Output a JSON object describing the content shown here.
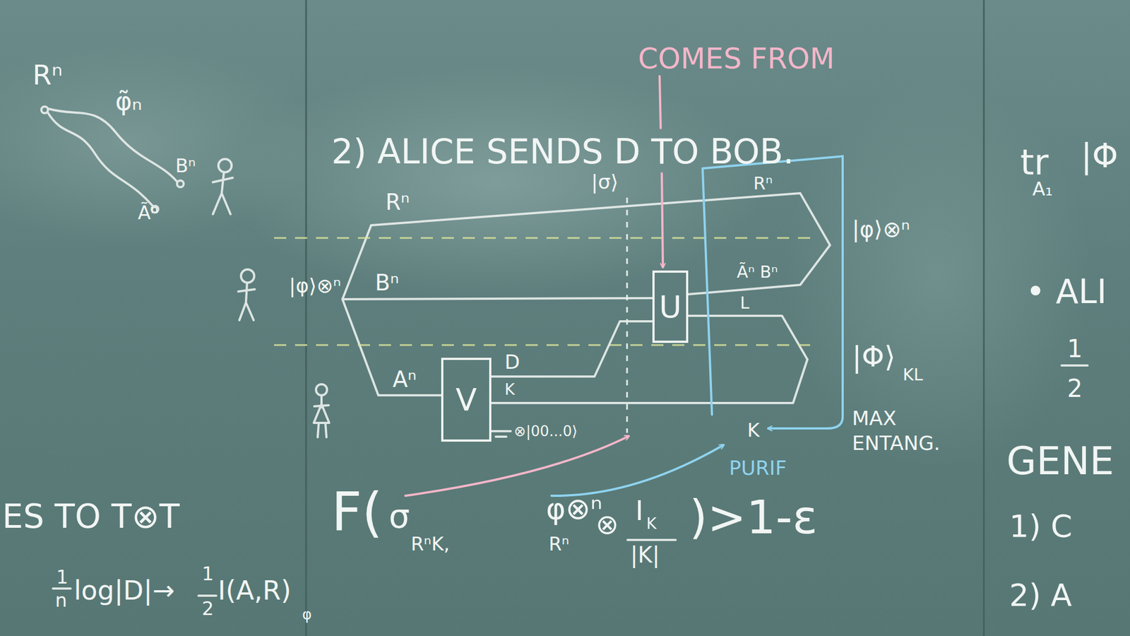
{
  "diagram": {
    "nodes": [
      {
        "text": [
          "V"
        ]
      },
      {
        "text": [
          "U"
        ]
      }
    ],
    "edges": [
      {
        "from": 0,
        "to": 1,
        "label": "D",
        "arrow": "none"
      }
    ],
    "labels": [
      "Rⁿ",
      "φ̃ₙ",
      "Bⁿ",
      "Ãⁿ",
      "ES TO T⊗T",
      "1",
      "n",
      "log|D|→",
      "1",
      "2",
      "I(A,R)",
      "φ",
      "COMES FROM",
      "2) ALICE SENDS D TO BOB.",
      "Rⁿ",
      "|φ⟩⊗ⁿ",
      "Bⁿ",
      "Aⁿ",
      "|σ⟩",
      "K",
      "⊗|00...0⟩",
      "Rⁿ",
      "Ãⁿ Bⁿ",
      "L",
      "|φ⟩⊗ⁿ",
      "|Φ⟩",
      "KL",
      "K",
      "MAX ENTANG.",
      "PURIF",
      "F(",
      "σ",
      "RⁿK,",
      "φ⊗ⁿ",
      "Rⁿ",
      "⊗",
      "I",
      "K",
      "|K|",
      ")>1-ε",
      "tr",
      "A₁",
      "|Φ",
      "• ALI",
      "1",
      "2",
      "GENE",
      "1) C",
      "2) A"
    ]
  }
}
